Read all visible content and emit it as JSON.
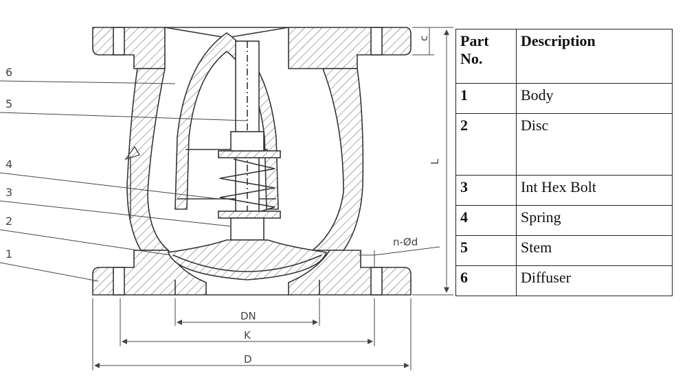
{
  "diagram": {
    "callouts": [
      "6",
      "5",
      "4",
      "3",
      "2",
      "1"
    ],
    "dimensions": {
      "dn": "DN",
      "k": "K",
      "d": "D",
      "l": "L",
      "c": "c",
      "holes": "n-Ød"
    }
  },
  "table": {
    "headers": [
      "Part No.",
      "Description"
    ],
    "rows": [
      {
        "no": "1",
        "desc": "Body"
      },
      {
        "no": "2",
        "desc": "Disc"
      },
      {
        "no": "3",
        "desc": "Int Hex Bolt"
      },
      {
        "no": "4",
        "desc": "Spring"
      },
      {
        "no": "5",
        "desc": "Stem"
      },
      {
        "no": "6",
        "desc": "Diffuser"
      }
    ]
  },
  "colors": {
    "line": "#333333",
    "hatch": "#555555",
    "table_border": "#222222"
  }
}
